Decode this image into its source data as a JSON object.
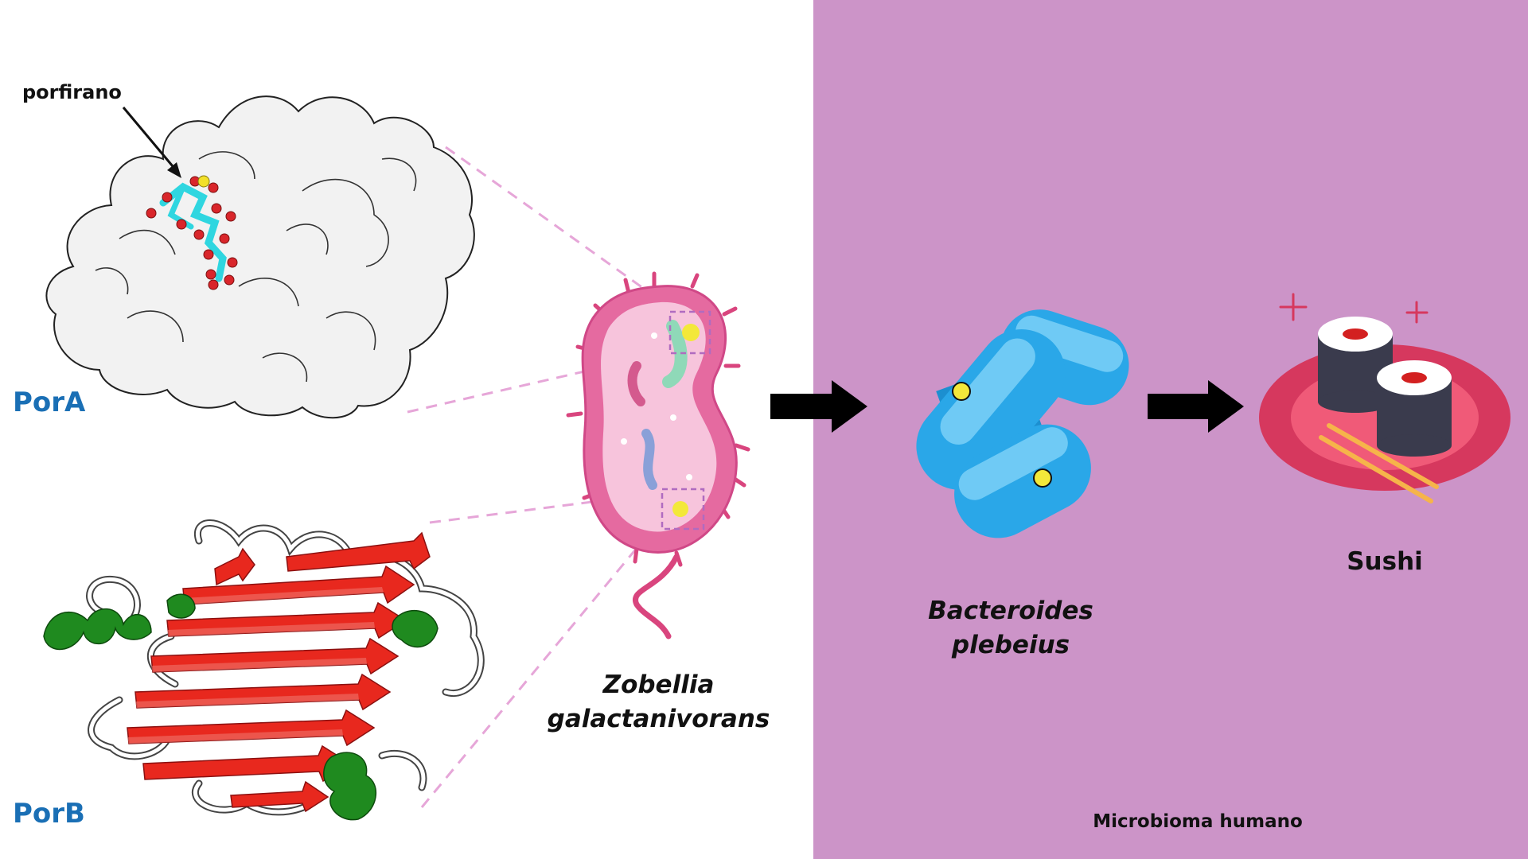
{
  "labels": {
    "porfirano": "porfirano",
    "pora": "PorA",
    "porb": "PorB",
    "zobellia_line1": "Zobellia",
    "zobellia_line2": "galactanivorans",
    "bacteroides_line1": "Bacteroides",
    "bacteroides_line2": "plebeius",
    "sushi": "Sushi",
    "microbioma": "Microbioma humano"
  },
  "colors": {
    "right_panel": "#cc94c8",
    "protein_surface": "#f2f2f2",
    "strand": "#e8281e",
    "helix": "#1f8a1f",
    "zobellia_body": "#e56aa0",
    "bacteroides": "#2aa7e8",
    "plate": "#d6385e",
    "label_blue": "#1a6fb5"
  },
  "icons": {
    "arrow": "right-arrow-icon",
    "sushi": "sushi-icon",
    "bacteria": "bacteria-icon"
  }
}
